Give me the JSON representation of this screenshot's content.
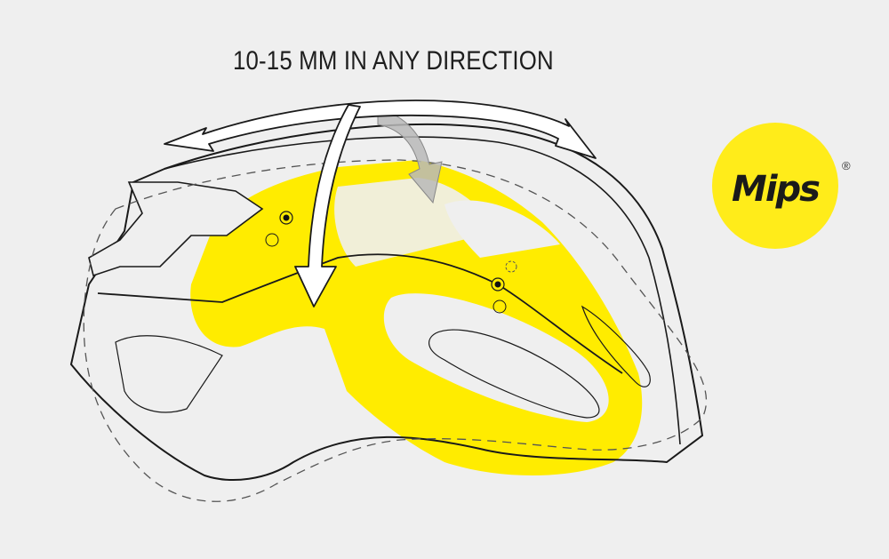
{
  "caption": "10-15 MM IN ANY DIRECTION",
  "logo": {
    "text": "Mips",
    "registered_mark": "®",
    "circle_color": "#ffec1a"
  },
  "colors": {
    "background": "#efefef",
    "mips_layer": "#ffec00",
    "outline": "#1a1a1a",
    "arrow_fill": "#ffffff",
    "rotation_arrow": "#b9b9b9"
  },
  "diagram": {
    "subject": "bicycle helmet side view with MIPS low-friction layer",
    "arrows": [
      "bidirectional-arc-arrow",
      "downward-arrow",
      "rotation-arrow"
    ],
    "anchors": 2
  }
}
